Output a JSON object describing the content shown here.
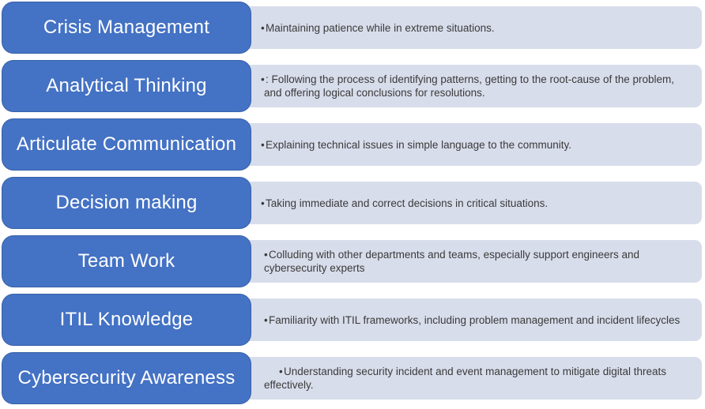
{
  "diagram": {
    "type": "vertical-block-list",
    "accent_color": "#4472C4",
    "bar_color": "#D8DDEB",
    "title_text_color": "#FFFFFF",
    "body_text_color": "#3A3A3A",
    "rows": [
      {
        "title": "Crisis Management",
        "bullet": "•",
        "description": "Maintaining patience while in extreme situations."
      },
      {
        "title": "Analytical Thinking",
        "bullet": "•",
        "description": ": Following the process of identifying patterns, getting to the root-cause of the problem, and offering logical conclusions for resolutions."
      },
      {
        "title": "Articulate Communication",
        "bullet": "•",
        "description": "Explaining technical issues in simple language to the community."
      },
      {
        "title": "Decision making",
        "bullet": "•",
        "description": "Taking immediate and correct decisions in critical situations."
      },
      {
        "title": "Team Work",
        "bullet": "•",
        "description": "Colluding with other departments and teams, especially support engineers and cybersecurity experts"
      },
      {
        "title": "ITIL Knowledge",
        "bullet": "•",
        "description": "Familiarity with ITIL frameworks, including problem management and incident lifecycles"
      },
      {
        "title": "Cybersecurity Awareness",
        "bullet": "•",
        "description": "Understanding security incident and event management to mitigate digital threats effectively."
      }
    ]
  }
}
